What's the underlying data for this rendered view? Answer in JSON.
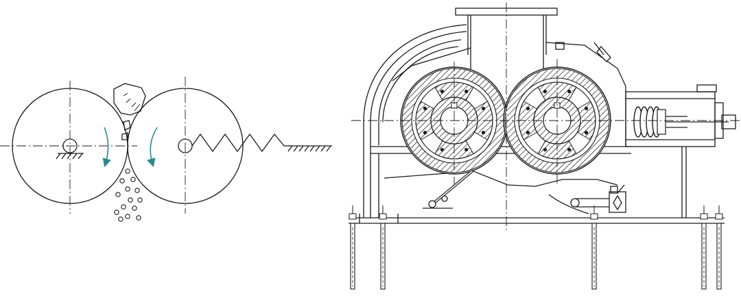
{
  "colors": {
    "line": "#1a1a1a",
    "rotation_arrow": "#2a8a93",
    "hatch": "#1a1a1a",
    "background": "#ffffff"
  },
  "left_schematic": {
    "rollers": 2,
    "rotation_arrows": 2,
    "discharged_particles": 14,
    "spring_coils": 4
  },
  "right_assembly": {
    "rollers": 2,
    "support_legs": 5,
    "spring_coils": 4
  }
}
